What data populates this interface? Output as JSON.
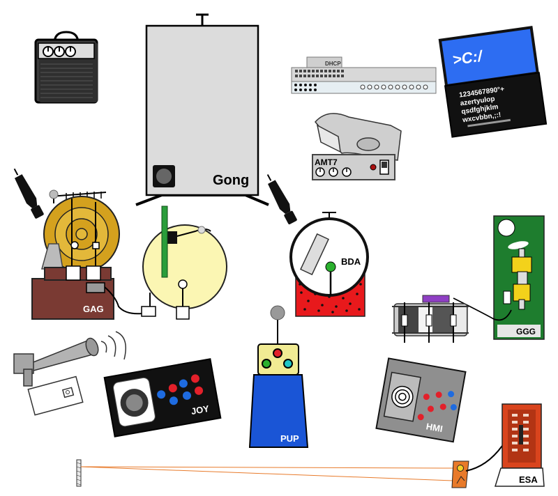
{
  "labels": {
    "gong": "Gong",
    "dhcp": "DHCP",
    "amt": "AMT7",
    "bda": "BDA",
    "gag": "GAG",
    "ggg": "GGG",
    "joy": "JOY",
    "pup": "PUP",
    "hmi": "HMI",
    "esa": "ESA"
  },
  "terminal": {
    "prompt": ">C:/",
    "line1": "1234567890°+",
    "line2": "azertyulop",
    "line3": "qsdfghjklm",
    "line4": "wxcvbbn,;:!"
  },
  "colors": {
    "gong_panel": "#dcdcdc",
    "gag_body": "#7a3a33",
    "gag_disc": "#d4a11e",
    "gag_disc_inner": "#e3b83a",
    "hub_disc": "#fbf6b3",
    "bda_base": "#e8191c",
    "ggg_board": "#1e7d2e",
    "pup_body": "#1a55d6",
    "pup_head": "#f1eb93",
    "screen_blue": "#2d6df2",
    "esa_red": "#d9441d",
    "laser_orange": "#e87a2a",
    "joy_red": "#e3202a",
    "joy_blue": "#1e6be0"
  }
}
